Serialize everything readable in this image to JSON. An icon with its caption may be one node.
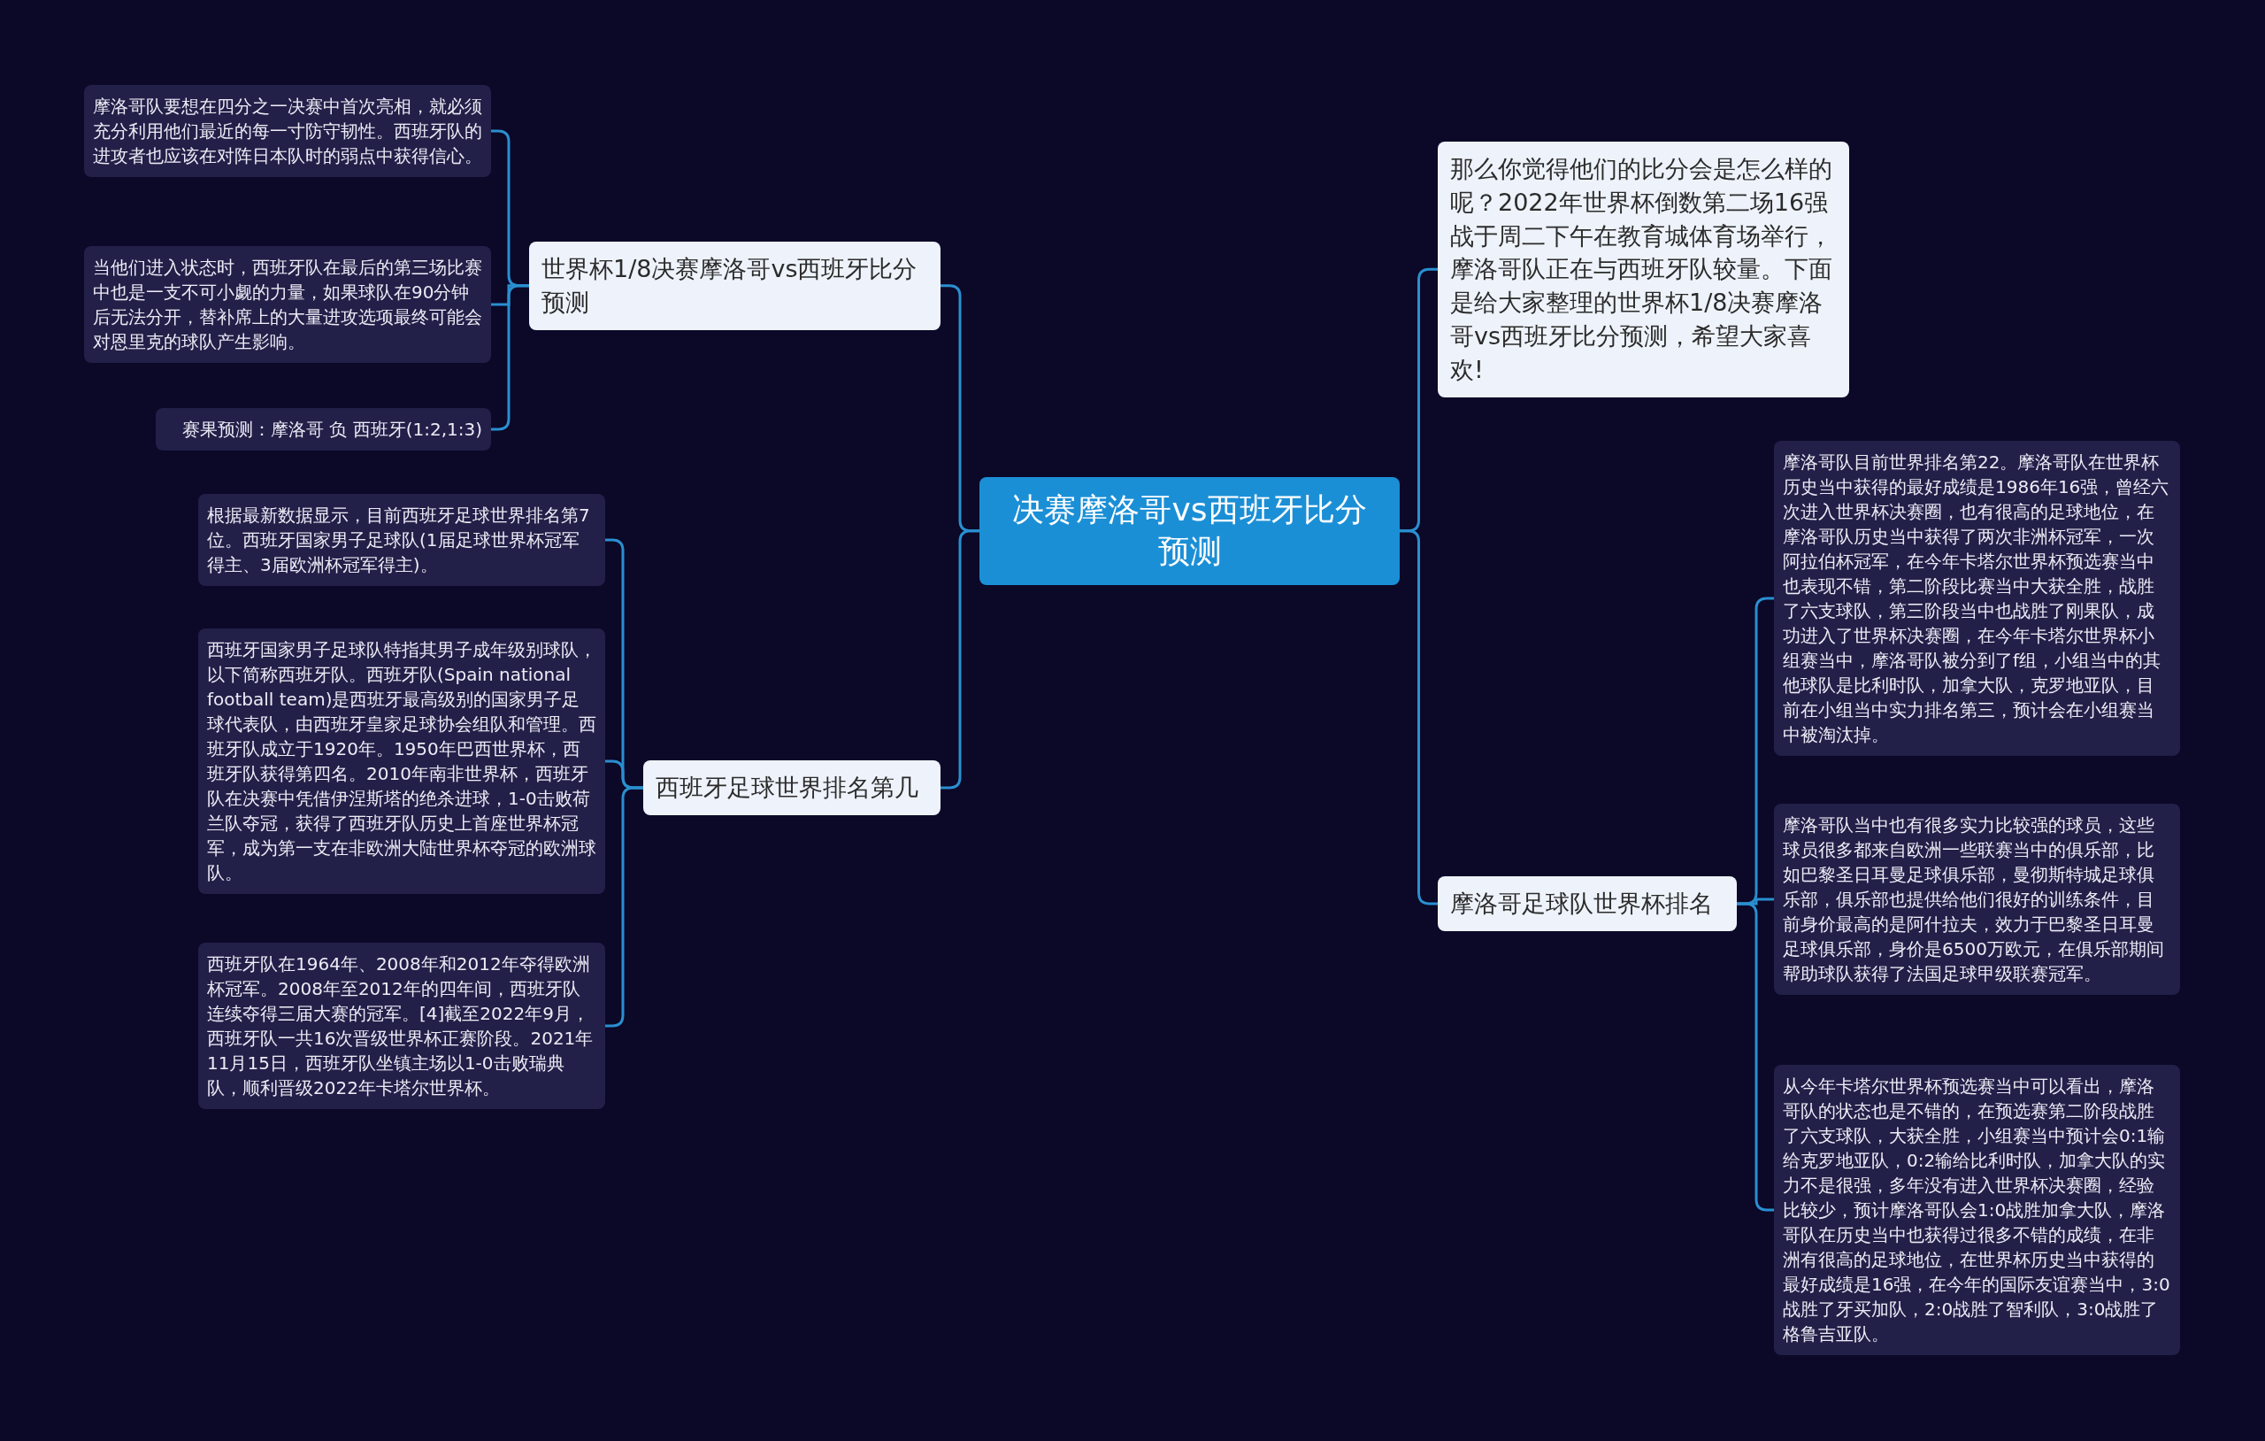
{
  "diagram": {
    "nodes": [
      {
        "text": [
          "决赛摩洛哥vs西班牙比分预测"
        ]
      },
      {
        "text": [
          "世界杯1/8决赛摩洛哥vs西班牙比分预测"
        ]
      },
      {
        "text": [
          "摩洛哥队要想在四分之一决赛中首次亮相，就必须充分利用他们最近的每一寸防守韧性。西班牙队的进攻者也应该在对阵日本队时的弱点中获得信心。"
        ]
      },
      {
        "text": [
          "当他们进入状态时，西班牙队在最后的第三场比赛中也是一支不可小觑的力量，如果球队在90分钟后无法分开，替补席上的大量进攻选项最终可能会对恩里克的球队产生影响。"
        ]
      },
      {
        "text": [
          "赛果预测：摩洛哥 负 西班牙(1:2,1:3)"
        ]
      },
      {
        "text": [
          "西班牙足球世界排名第几"
        ]
      },
      {
        "text": [
          "根据最新数据显示，目前西班牙足球世界排名第7位。西班牙国家男子足球队(1届足球世界杯冠军得主、3届欧洲杯冠军得主)。"
        ]
      },
      {
        "text": [
          "西班牙国家男子足球队特指其男子成年级别球队，以下简称西班牙队。西班牙队(Spain national football team)是西班牙最高级别的国家男子足球代表队，由西班牙皇家足球协会组队和管理。西班牙队成立于1920年。1950年巴西世界杯，西班牙队获得第四名。2010年南非世界杯，西班牙队在决赛中凭借伊涅斯塔的绝杀进球，1-0击败荷兰队夺冠，获得了西班牙队历史上首座世界杯冠军，成为第一支在非欧洲大陆世界杯夺冠的欧洲球队。"
        ]
      },
      {
        "text": [
          "西班牙队在1964年、2008年和2012年夺得欧洲杯冠军。2008年至2012年的四年间，西班牙队连续夺得三届大赛的冠军。[4]截至2022年9月，西班牙队一共16次晋级世界杯正赛阶段。2021年11月15日，西班牙队坐镇主场以1-0击败瑞典队，顺利晋级2022年卡塔尔世界杯。"
        ]
      },
      {
        "text": [
          "那么你觉得他们的比分会是怎么样的呢？2022年世界杯倒数第二场16强战于周二下午在教育城体育场举行，摩洛哥队正在与西班牙队较量。下面是给大家整理的世界杯1/8决赛摩洛哥vs西班牙比分预测，希望大家喜欢!"
        ]
      },
      {
        "text": [
          "摩洛哥足球队世界杯排名"
        ]
      },
      {
        "text": [
          "摩洛哥队目前世界排名第22。摩洛哥队在世界杯历史当中获得的最好成绩是1986年16强，曾经六次进入世界杯决赛圈，也有很高的足球地位，在摩洛哥队历史当中获得了两次非洲杯冠军，一次阿拉伯杯冠军，在今年卡塔尔世界杯预选赛当中也表现不错，第二阶段比赛当中大获全胜，战胜了六支球队，第三阶段当中也战胜了刚果队，成功进入了世界杯决赛圈，在今年卡塔尔世界杯小组赛当中，摩洛哥队被分到了f组，小组当中的其他球队是比利时队，加拿大队，克罗地亚队，目前在小组当中实力排名第三，预计会在小组赛当中被淘汰掉。"
        ]
      },
      {
        "text": [
          "摩洛哥队当中也有很多实力比较强的球员，这些球员很多都来自欧洲一些联赛当中的俱乐部，比如巴黎圣日耳曼足球俱乐部，曼彻斯特城足球俱乐部，俱乐部也提供给他们很好的训练条件，目前身价最高的是阿什拉夫，效力于巴黎圣日耳曼足球俱乐部，身价是6500万欧元，在俱乐部期间帮助球队获得了法国足球甲级联赛冠军。"
        ]
      },
      {
        "text": [
          "从今年卡塔尔世界杯预选赛当中可以看出，摩洛哥队的状态也是不错的，在预选赛第二阶段战胜了六支球队，大获全胜，小组赛当中预计会0:1输给克罗地亚队，0:2输给比利时队，加拿大队的实力不是很强，多年没有进入世界杯决赛圈，经验比较少，预计摩洛哥队会1:0战胜加拿大队，摩洛哥队在历史当中也获得过很多不错的成绩，在非洲有很高的足球地位，在世界杯历史当中获得的最好成绩是16强，在今年的国际友谊赛当中，3:0战胜了牙买加队，2:0战胜了智利队，3:0战胜了格鲁吉亚队。"
        ]
      }
    ],
    "edges": [
      {
        "from": 0,
        "to": 1,
        "arrow": "none"
      },
      {
        "from": 1,
        "to": 2,
        "arrow": "none"
      },
      {
        "from": 1,
        "to": 3,
        "arrow": "none"
      },
      {
        "from": 1,
        "to": 4,
        "arrow": "none"
      },
      {
        "from": 0,
        "to": 5,
        "arrow": "none"
      },
      {
        "from": 5,
        "to": 6,
        "arrow": "none"
      },
      {
        "from": 5,
        "to": 7,
        "arrow": "none"
      },
      {
        "from": 5,
        "to": 8,
        "arrow": "none"
      },
      {
        "from": 0,
        "to": 9,
        "arrow": "none"
      },
      {
        "from": 0,
        "to": 10,
        "arrow": "none"
      },
      {
        "from": 10,
        "to": 11,
        "arrow": "none"
      },
      {
        "from": 10,
        "to": 12,
        "arrow": "none"
      },
      {
        "from": 10,
        "to": 13,
        "arrow": "none"
      }
    ]
  }
}
